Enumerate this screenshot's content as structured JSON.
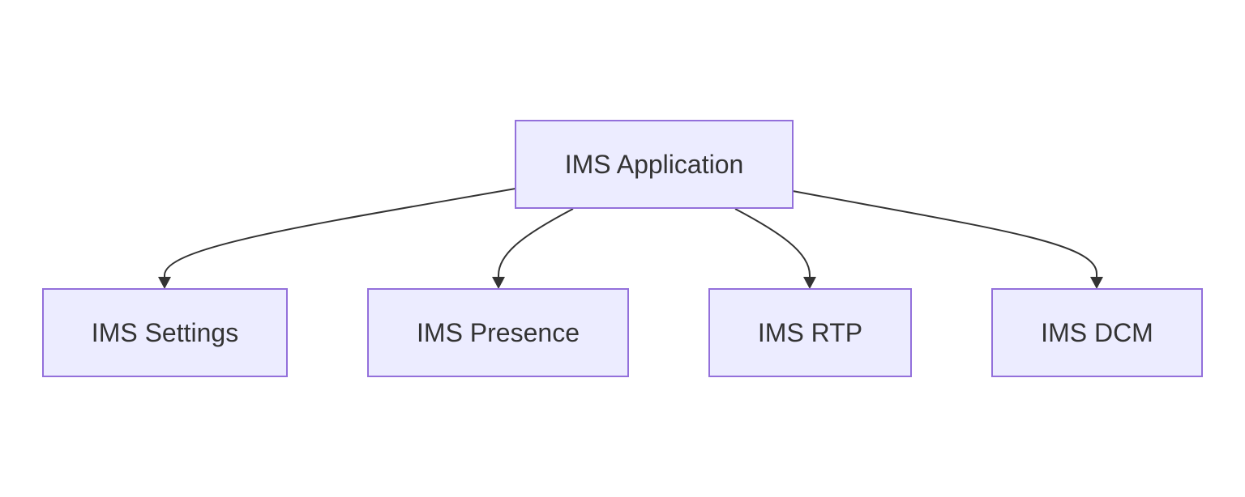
{
  "diagram": {
    "type": "flowchart",
    "nodes": {
      "root": "IMS Application",
      "settings": "IMS Settings",
      "presence": "IMS Presence",
      "rtp": "IMS RTP",
      "dcm": "IMS DCM"
    },
    "edges": [
      {
        "from": "IMS Application",
        "to": "IMS Settings"
      },
      {
        "from": "IMS Application",
        "to": "IMS Presence"
      },
      {
        "from": "IMS Application",
        "to": "IMS RTP"
      },
      {
        "from": "IMS Application",
        "to": "IMS DCM"
      }
    ],
    "colors": {
      "node_fill": "#ececff",
      "node_stroke": "#9370db",
      "edge": "#333333",
      "text": "#333333"
    }
  }
}
